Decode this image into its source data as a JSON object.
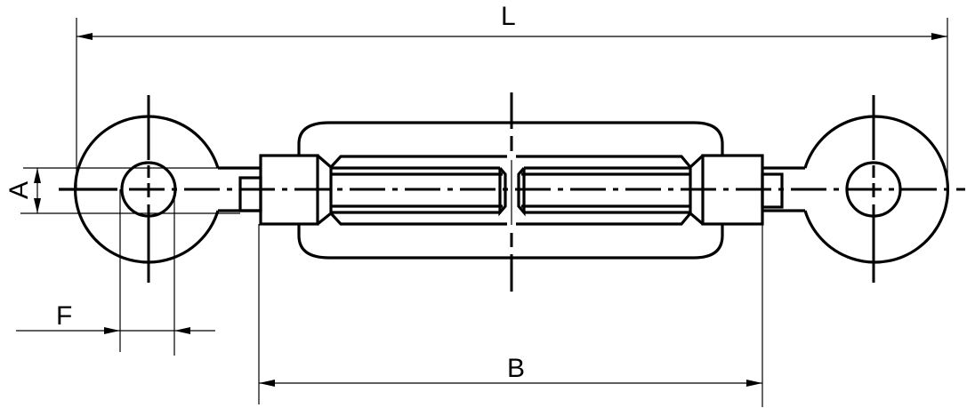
{
  "drawing": {
    "subject": "Turnbuckle with eye-eye ends",
    "line_color": "#000000",
    "background": "#ffffff"
  },
  "dimensions": {
    "L": {
      "label": "L",
      "description": "overall length"
    },
    "B": {
      "label": "B",
      "description": "body length between nut faces"
    },
    "A": {
      "label": "A",
      "description": "eye shank thickness"
    },
    "F": {
      "label": "F",
      "description": "eye hole diameter"
    }
  }
}
